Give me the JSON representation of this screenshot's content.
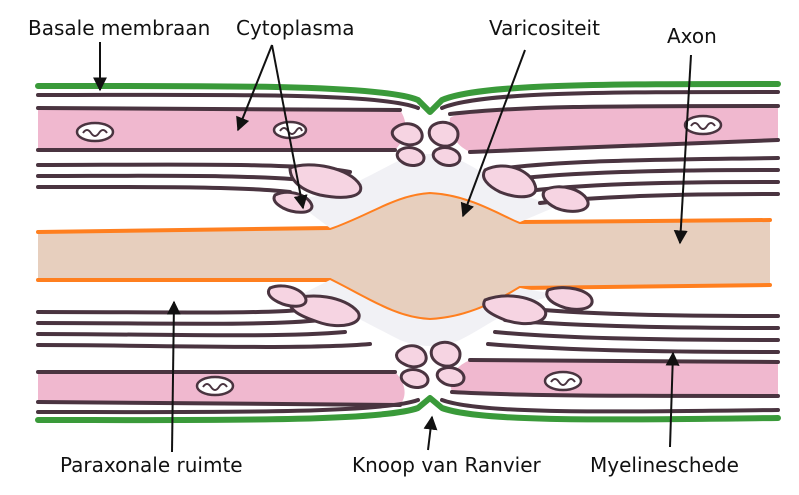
{
  "labels": {
    "basal_membrane": "Basale membraan",
    "cytoplasm": "Cytoplasma",
    "varicosity": "Varicositeit",
    "axon": "Axon",
    "paraxonal_space": "Paraxonale ruimte",
    "node_of_ranvier": "Knoop van Ranvier",
    "myelin_sheath": "Myelineschede"
  },
  "colors": {
    "basal_membrane": "#3a9a3a",
    "myelin_lamellae": "#4a3440",
    "cytoplasm": "#f0b8cf",
    "axon_fill": "#e7cfbe",
    "axolemma": "#ff7f1f",
    "loop_fill": "#f6d4e2",
    "paraxonal_fill": "#f1f1f5",
    "mitochondrion": "#ffffff",
    "text": "#111111"
  }
}
